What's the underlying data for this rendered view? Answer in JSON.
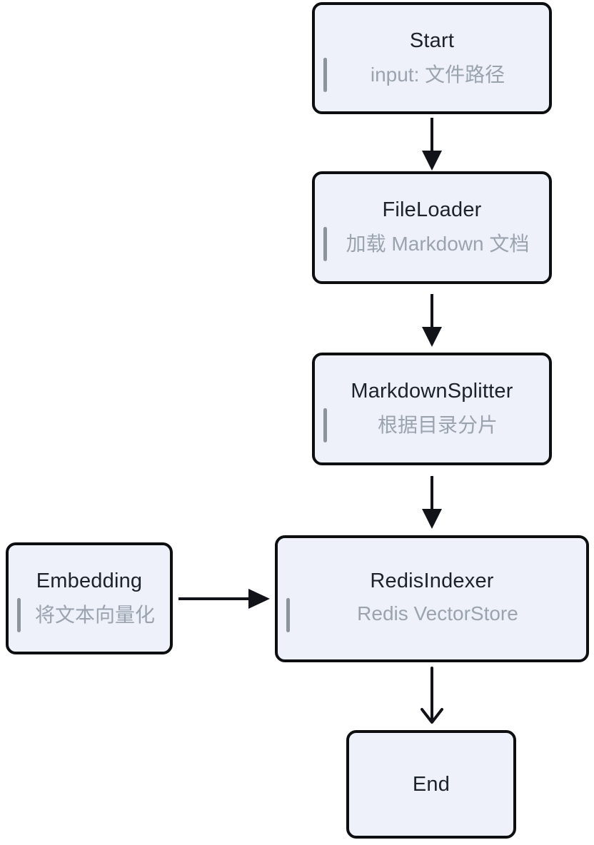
{
  "colors": {
    "background": "#ffffff",
    "node_fill": "#eef1fa",
    "node_border": "#0c0e10",
    "title_text": "#1c222c",
    "subtitle_text": "#9aa3ae",
    "quote_bar": "#8d939d",
    "arrow": "#111318"
  },
  "nodes": [
    {
      "id": "start",
      "title": "Start",
      "subtitle": "input: 文件路径"
    },
    {
      "id": "file_loader",
      "title": "FileLoader",
      "subtitle": "加载 Markdown 文档"
    },
    {
      "id": "markdown_splitter",
      "title": "MarkdownSplitter",
      "subtitle": "根据目录分片"
    },
    {
      "id": "embedding",
      "title": "Embedding",
      "subtitle": "将文本向量化"
    },
    {
      "id": "redis_indexer",
      "title": "RedisIndexer",
      "subtitle": "Redis VectorStore"
    },
    {
      "id": "end",
      "title": "End"
    }
  ],
  "edges": [
    {
      "from": "start",
      "to": "file_loader",
      "head": "filled-triangle",
      "direction": "down"
    },
    {
      "from": "file_loader",
      "to": "markdown_splitter",
      "head": "filled-triangle",
      "direction": "down"
    },
    {
      "from": "markdown_splitter",
      "to": "redis_indexer",
      "head": "filled-triangle",
      "direction": "down"
    },
    {
      "from": "embedding",
      "to": "redis_indexer",
      "head": "filled-triangle",
      "direction": "right"
    },
    {
      "from": "redis_indexer",
      "to": "end",
      "head": "open-chevron",
      "direction": "down"
    }
  ]
}
